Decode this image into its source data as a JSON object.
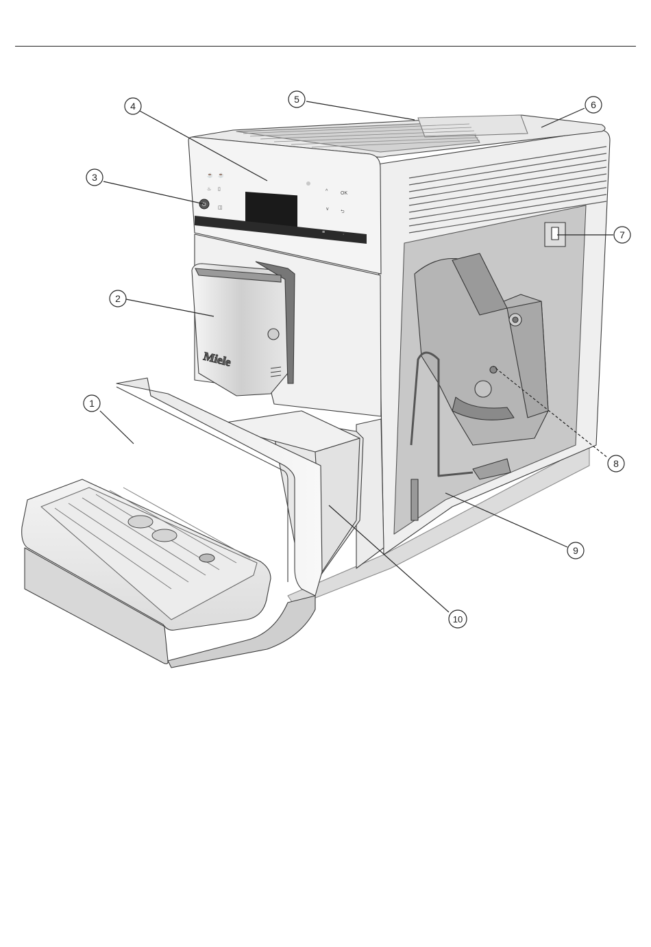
{
  "callouts": [
    {
      "id": "1",
      "label": "1"
    },
    {
      "id": "2",
      "label": "2"
    },
    {
      "id": "3",
      "label": "3"
    },
    {
      "id": "4",
      "label": "4"
    },
    {
      "id": "5",
      "label": "5"
    },
    {
      "id": "6",
      "label": "6"
    },
    {
      "id": "7",
      "label": "7"
    },
    {
      "id": "8",
      "label": "8"
    },
    {
      "id": "9",
      "label": "9"
    },
    {
      "id": "10",
      "label": "10"
    }
  ],
  "control_panel": {
    "ok_label": "OK",
    "up_symbol": "^",
    "down_symbol": "v",
    "back_symbol": "⮌"
  },
  "spout": {
    "brand": "Miele"
  },
  "colors": {
    "line": "#2a2a2a",
    "body": "#f2f2f2",
    "shade": "#d6d6d6",
    "dark": "#1a1a1a",
    "interior": "#c9c9c9"
  }
}
